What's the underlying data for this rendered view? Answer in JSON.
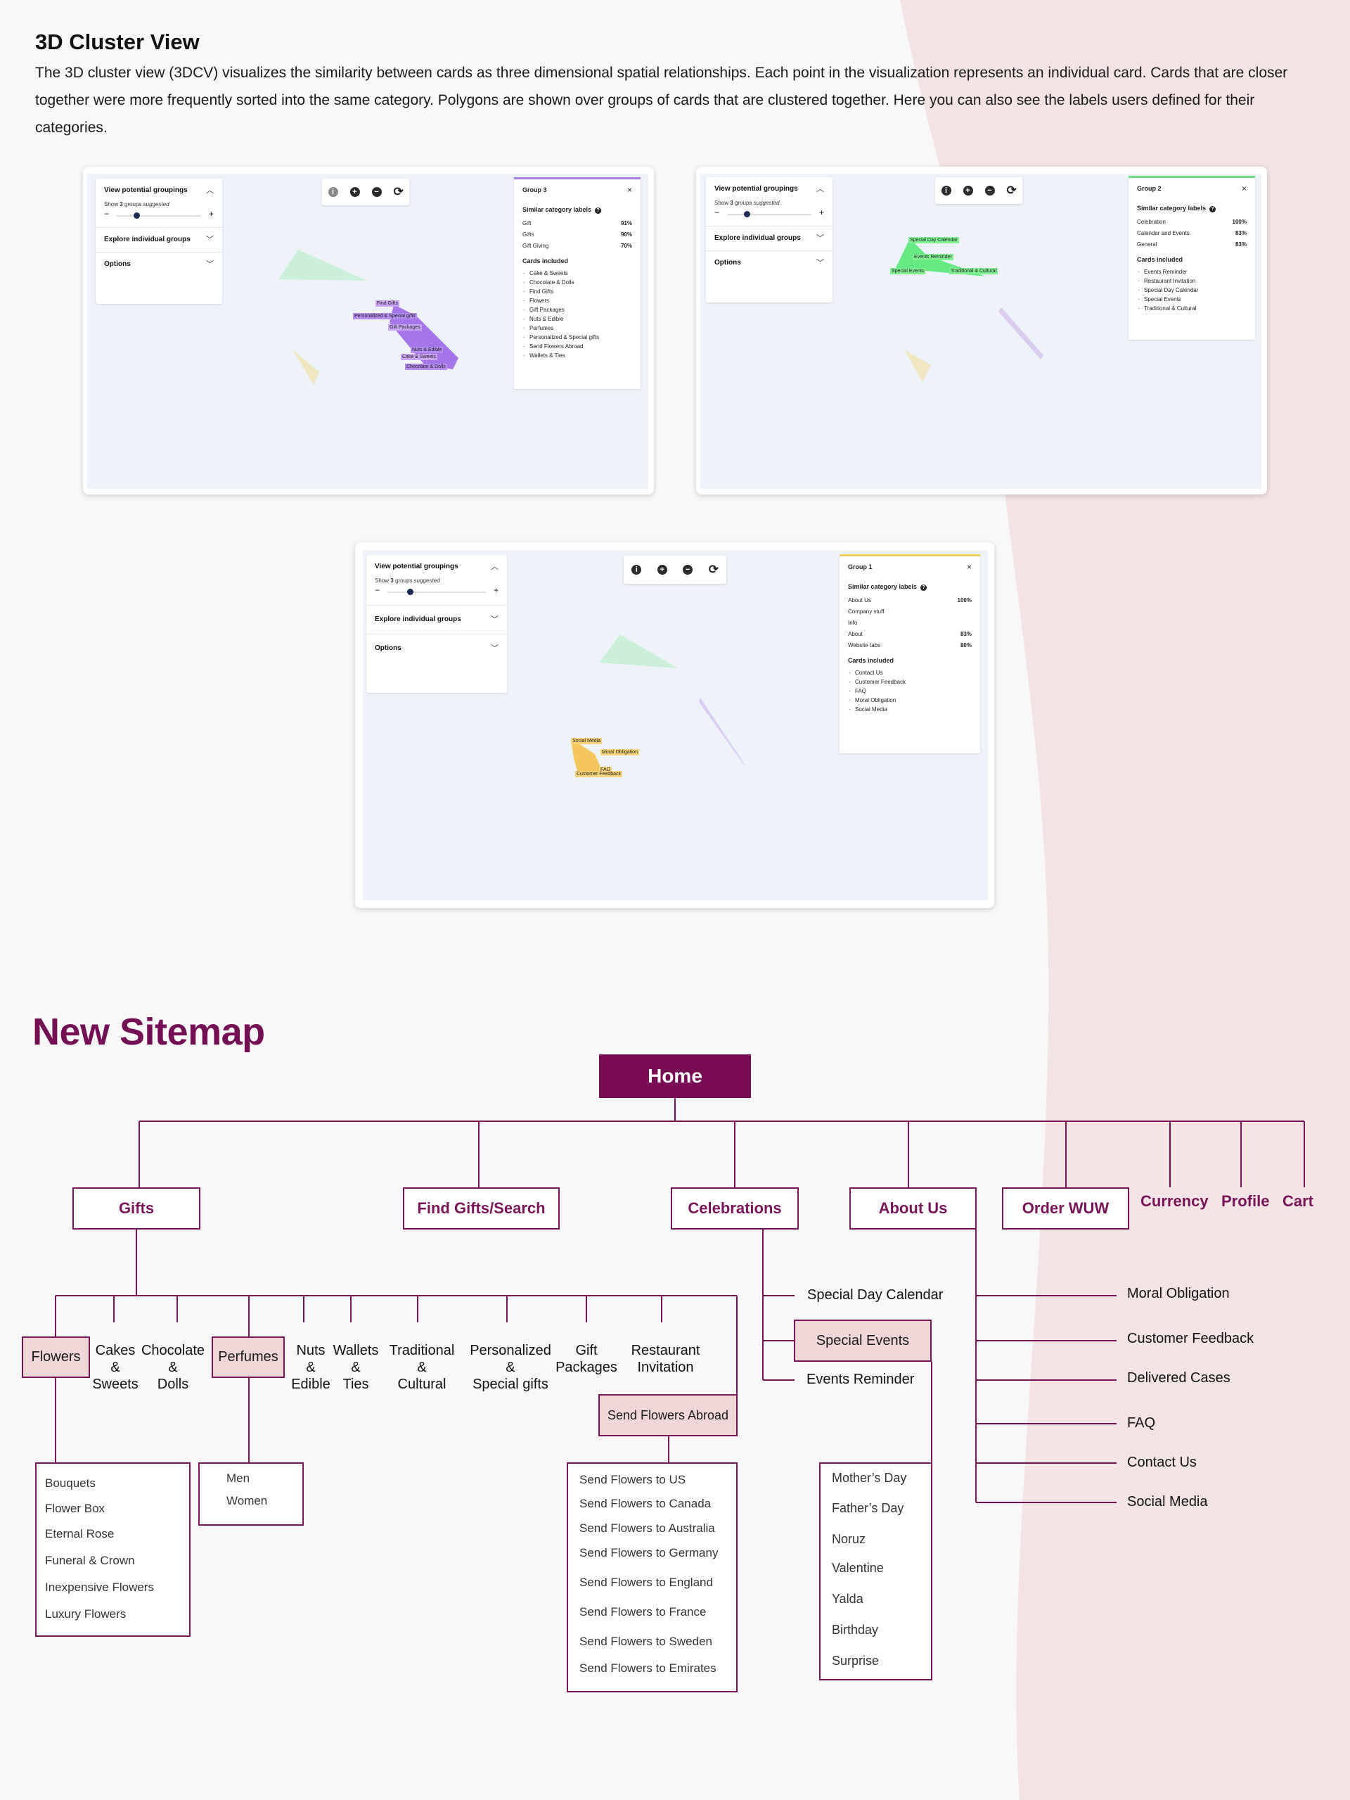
{
  "intro": {
    "title": "3D Cluster View",
    "description": "The 3D cluster view (3DCV) visualizes the similarity between cards as three dimensional spatial relationships. Each point in the visualization represents an individual card. Cards that are closer together were more frequently sorted into the same category. Polygons are shown over groups of cards that are clustered together. Here you can also see the labels users defined for their categories."
  },
  "panel_common": {
    "view_groupings": "View potential groupings",
    "show_prefix": "Show",
    "show_count": "3",
    "show_mid": "groups",
    "show_suffix": "suggested",
    "minus": "−",
    "plus": "+",
    "explore": "Explore individual groups",
    "options": "Options",
    "similar_labels": "Similar category labels",
    "cards_included": "Cards included",
    "close": "×",
    "info_glyph": "i",
    "zoom_in_glyph": "+",
    "zoom_out_glyph": "−",
    "refresh_glyph": "⟳",
    "question_glyph": "?"
  },
  "clusters": [
    {
      "group_title": "Group 3",
      "accent": "#a97de8",
      "labels": [
        {
          "name": "Gift",
          "pct": "91%"
        },
        {
          "name": "Gifts",
          "pct": "90%"
        },
        {
          "name": "Gift Giving",
          "pct": "70%"
        }
      ],
      "cards": [
        "Cake & Sweets",
        "Chocolate & Dolls",
        "Find Gifts",
        "Flowers",
        "Gift Packages",
        "Nuts & Edible",
        "Perfumes",
        "Personalized & Special gifts",
        "Send Flowers Abroad",
        "Wallets & Ties"
      ],
      "plot_labels": [
        "Find Gifts",
        "Personalized & Special gifts",
        "Gift Packages",
        "Nuts & Edible",
        "Cake & Sweets",
        "Chocolate & Dolls"
      ]
    },
    {
      "group_title": "Group 2",
      "accent": "#6fe08a",
      "labels": [
        {
          "name": "Celebration",
          "pct": "100%"
        },
        {
          "name": "Calendar and Events",
          "pct": "83%"
        },
        {
          "name": "General",
          "pct": "83%"
        }
      ],
      "cards": [
        "Events Reminder",
        "Restaurant Invitation",
        "Special Day Calendar",
        "Special Events",
        "Traditional & Cultural"
      ],
      "plot_labels": [
        "Special Day Calendar",
        "Events Reminder",
        "Special Events",
        "Traditional & Cultural"
      ]
    },
    {
      "group_title": "Group 1",
      "accent": "#f4cc66",
      "labels": [
        {
          "name": "About Us",
          "pct": "100%"
        },
        {
          "name": "Company stuff",
          "pct": ""
        },
        {
          "name": "Info",
          "pct": ""
        },
        {
          "name": "About",
          "pct": "83%"
        },
        {
          "name": "Website tabs",
          "pct": "80%"
        }
      ],
      "cards": [
        "Contact Us",
        "Customer Feedback",
        "FAQ",
        "Moral Obligation",
        "Social Media"
      ],
      "plot_labels": [
        "Social Media",
        "Moral Obligation",
        "FAQ",
        "Customer Feedback"
      ]
    }
  ],
  "sitemap": {
    "title": "New Sitemap",
    "home": "Home",
    "level1": [
      "Gifts",
      "Find Gifts/Search",
      "Celebrations",
      "About Us",
      "Order WUW"
    ],
    "top_links": [
      "Currency",
      "Profile",
      "Cart"
    ],
    "gifts_children": {
      "flowers": "Flowers",
      "cakes": "Cakes\n&\nSweets",
      "chocolate": "Chocolate\n&\nDolls",
      "perfumes": "Perfumes",
      "nuts": "Nuts\n&\nEdible",
      "wallets": "Wallets\n&\nTies",
      "traditional": "Traditional\n&\nCultural",
      "personalized": "Personalized\n&\nSpecial gifts",
      "packages": "Gift\nPackages",
      "restaurant": "Restaurant\nInvitation",
      "abroad": "Send Flowers Abroad"
    },
    "flowers_list": [
      "Bouquets",
      "Flower Box",
      "Eternal Rose",
      "Funeral & Crown",
      "Inexpensive Flowers",
      "Luxury Flowers"
    ],
    "perfumes_list": [
      "Men",
      "Women"
    ],
    "abroad_list": [
      "Send Flowers to US",
      "Send Flowers to Canada",
      "Send Flowers to Australia",
      "Send Flowers to Germany",
      "Send Flowers to England",
      "Send Flowers to France",
      "Send Flowers to Sweden",
      "Send Flowers to Emirates"
    ],
    "celebrations_children": {
      "calendar": "Special Day Calendar",
      "events": "Special Events",
      "reminder": "Events Reminder"
    },
    "events_list": [
      "Mother’s Day",
      "Father’s Day",
      "Noruz",
      "Valentine",
      "Yalda",
      "Birthday",
      "Surprise"
    ],
    "about_children": [
      "Moral Obligation",
      "Customer Feedback",
      "Delivered Cases",
      "FAQ",
      "Contact Us",
      "Social Media"
    ]
  },
  "colors": {
    "brand": "#7a1458",
    "highlight": "#f1d6d8",
    "background_shape": "#f4e3e4"
  }
}
